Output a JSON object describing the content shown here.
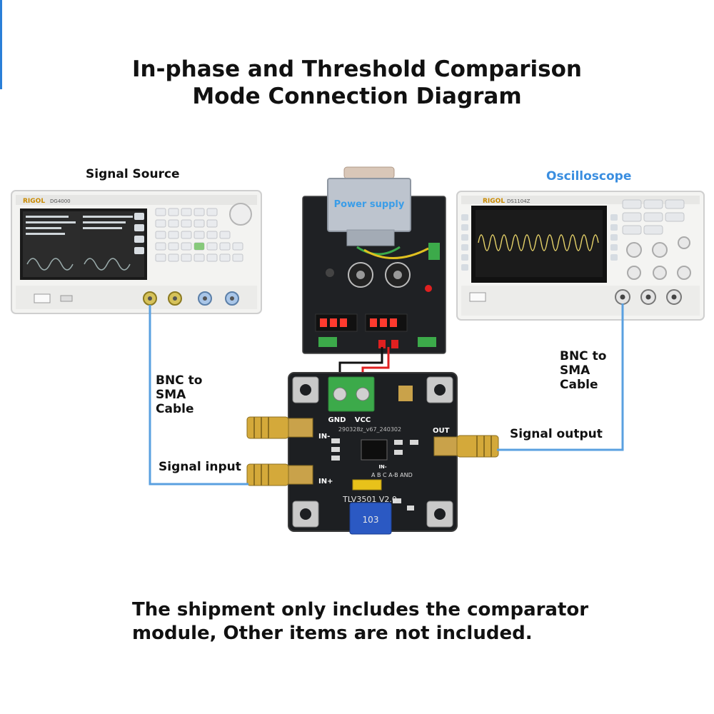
{
  "title": {
    "line1": "In-phase and Threshold Comparison",
    "line2": "Mode Connection Diagram"
  },
  "labels": {
    "signal_source": "Signal Source",
    "oscilloscope": "Oscilloscope",
    "power_supply": "Power supply",
    "bnc_left_1": "BNC to",
    "bnc_left_2": "SMA",
    "bnc_left_3": "Cable",
    "bnc_right_1": "BNC to",
    "bnc_right_2": "SMA",
    "bnc_right_3": "Cable",
    "signal_input": "Signal input",
    "signal_output": "Signal output"
  },
  "devices": {
    "signal_generator_brand": "RIGOL",
    "signal_generator_model": "DG4000",
    "oscilloscope_brand": "RIGOL",
    "oscilloscope_model": "DS1104Z"
  },
  "module": {
    "gnd": "GND",
    "vcc": "VCC",
    "in_minus": "IN-",
    "in_plus": "IN+",
    "out": "OUT",
    "chip": "TLV3501 V2.0",
    "serial": "290328z_v67_240302",
    "pot": "103",
    "jumper_labels": "A  B  C  A-B AND"
  },
  "footnote": {
    "line1": "The shipment only includes the comparator",
    "line2": "module, Other items are not included."
  },
  "colors": {
    "cable": "#5aa0e0",
    "pcb": "#1d1f22",
    "sma_gold": "#d4a93a",
    "wire_red": "#e02020",
    "wire_black": "#111111",
    "terminal_green": "#3caa4a"
  }
}
